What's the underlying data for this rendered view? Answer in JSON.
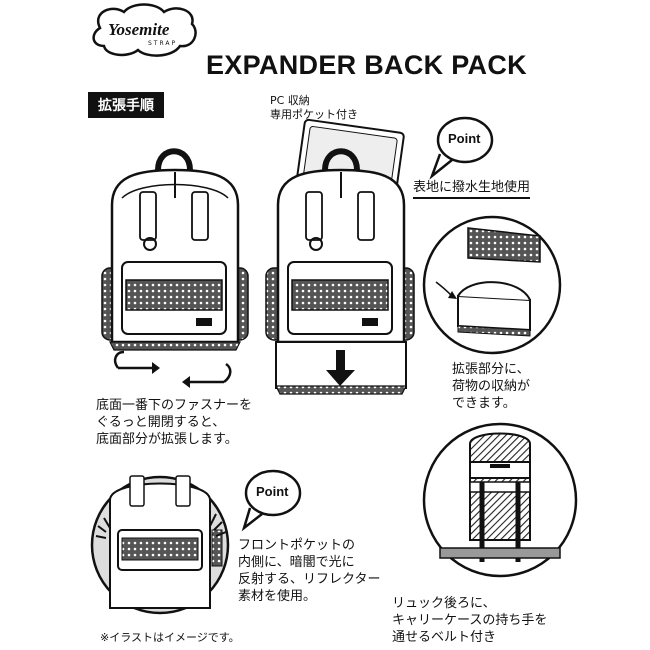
{
  "logo": {
    "brand": "Yosemite",
    "sub": "STRAP"
  },
  "title": "EXPANDER BACK PACK",
  "badge": "拡張手順",
  "pc_caption": [
    "PC 収納",
    "専用ポケット付き"
  ],
  "point_label": "Point",
  "fabric_caption": "表地に撥水生地使用",
  "expand_caption": [
    "拡張部分に、",
    "荷物の収納が",
    "できます。"
  ],
  "zip_caption": [
    "底面一番下のファスナーを",
    "ぐるっと開閉すると、",
    "底面部分が拡張します。"
  ],
  "reflector_caption": [
    "フロントポケットの",
    "内側に、暗闇で光に",
    "反射する、リフレクター",
    "素材を使用。"
  ],
  "belt_caption": [
    "リュック後ろに、",
    "キャリーケースの持ち手を",
    "通せるベルト付き"
  ],
  "disclaimer": "※イラストはイメージです。"
}
